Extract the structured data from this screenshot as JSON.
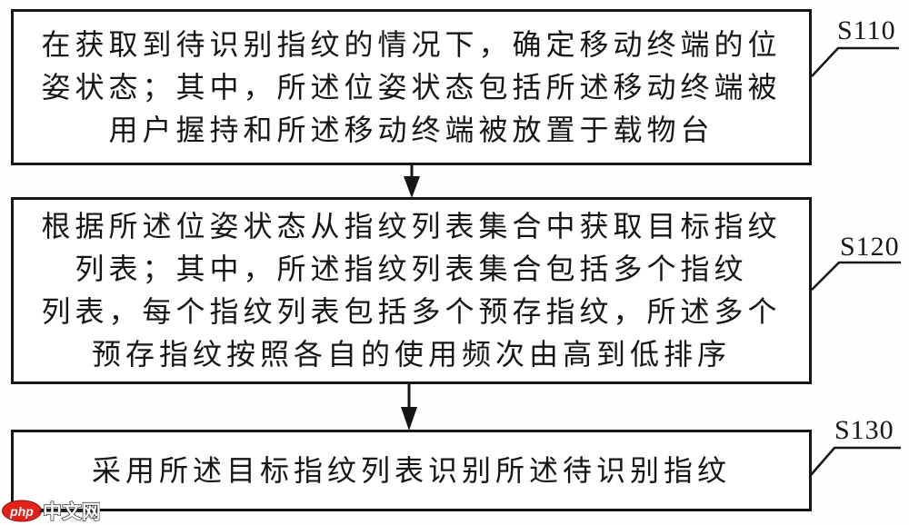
{
  "figure": {
    "steps": [
      {
        "id": "S110",
        "lines": [
          "在获取到待识别指纹的情况下，确定移动终端的位",
          "姿状态；其中，所述位姿状态包括所述移动终端被",
          "用户握持和所述移动终端被放置于载物台"
        ]
      },
      {
        "id": "S120",
        "lines": [
          "根据所述位姿状态从指纹列表集合中获取目标指纹",
          "列表；其中，所述指纹列表集合包括多个指纹",
          "列表，每个指纹列表包括多个预存指纹，所述多个",
          "预存指纹按照各自的使用频次由高到低排序"
        ]
      },
      {
        "id": "S130",
        "lines": [
          "采用所述目标指纹列表识别所述待识别指纹"
        ]
      }
    ]
  },
  "watermark": {
    "badge_text": "php",
    "site_text": "中文网",
    "badge_color": "#e32119"
  },
  "colors": {
    "ink": "#161616",
    "background": "#fefefe"
  }
}
